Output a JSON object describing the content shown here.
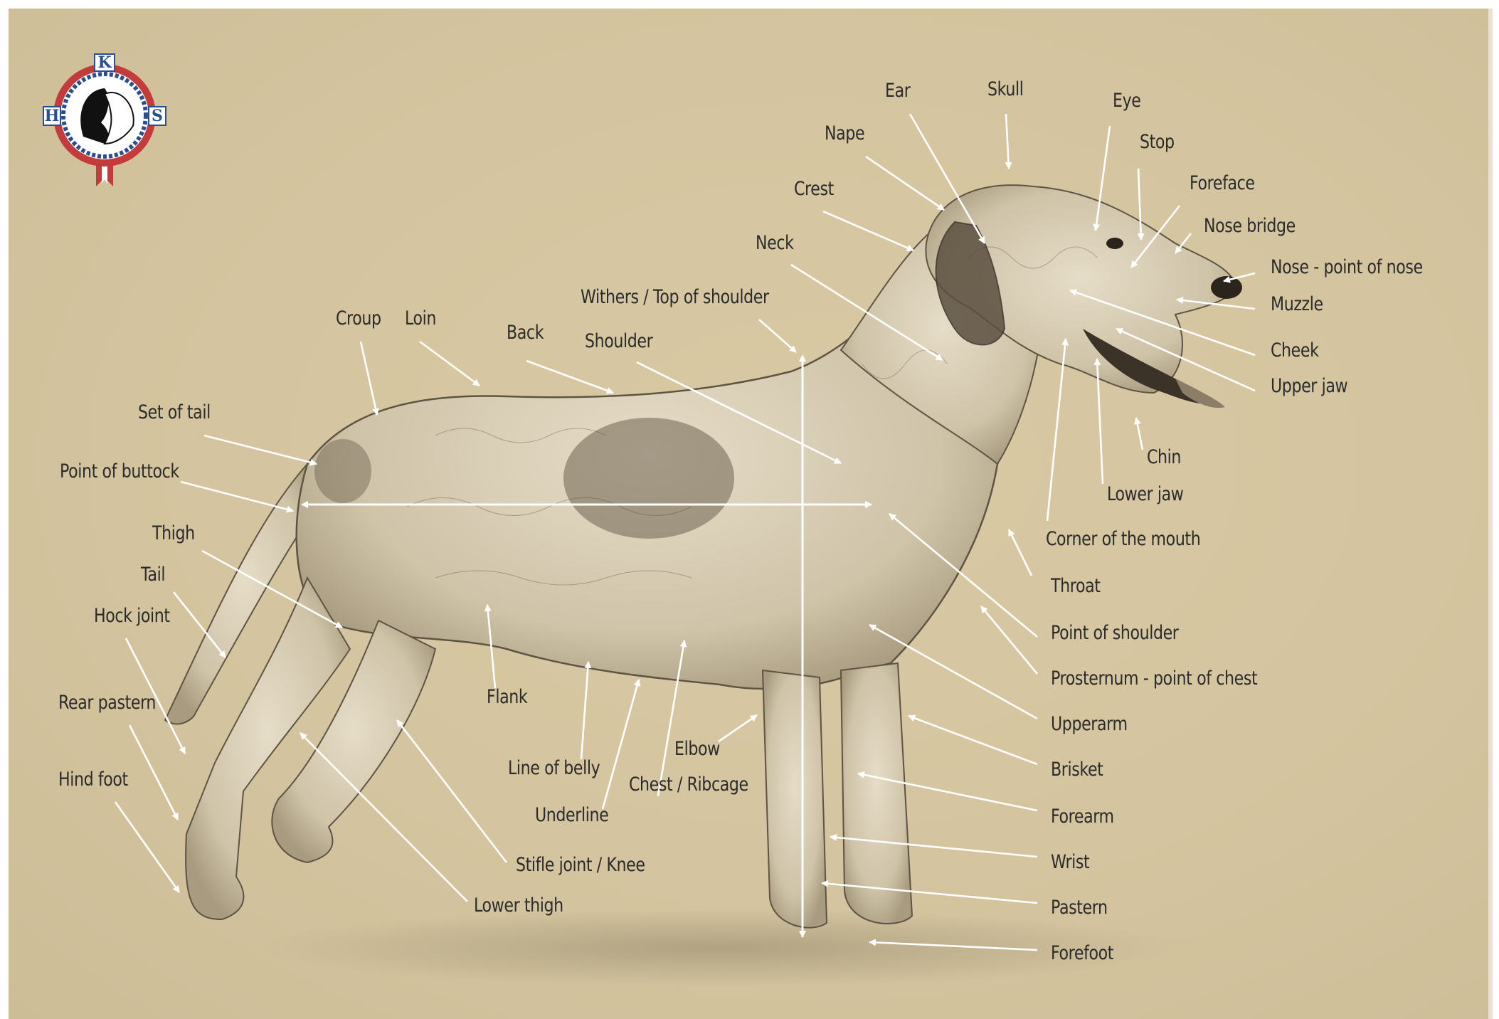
{
  "logo": {
    "letters": {
      "top": "K",
      "left": "H",
      "right": "S"
    }
  },
  "colors": {
    "background": "#d6c7a2",
    "arrow": "#ffffff",
    "text": "#2b2b2b"
  },
  "labels": {
    "ear": "Ear",
    "skull": "Skull",
    "eye": "Eye",
    "nape": "Nape",
    "stop": "Stop",
    "foreface": "Foreface",
    "crest": "Crest",
    "nose_bridge": "Nose bridge",
    "neck": "Neck",
    "nose_point": "Nose - point of nose",
    "muzzle": "Muzzle",
    "withers": "Withers / Top of shoulder",
    "croup": "Croup",
    "loin": "Loin",
    "back": "Back",
    "shoulder": "Shoulder",
    "cheek": "Cheek",
    "upper_jaw": "Upper jaw",
    "set_of_tail": "Set of tail",
    "chin": "Chin",
    "point_of_buttock": "Point of buttock",
    "lower_jaw": "Lower jaw",
    "thigh": "Thigh",
    "corner_mouth": "Corner of the mouth",
    "tail": "Tail",
    "throat": "Throat",
    "hock_joint": "Hock joint",
    "point_of_shoulder": "Point of shoulder",
    "prosternum": "Prosternum - point of chest",
    "flank": "Flank",
    "rear_pastern": "Rear pastern",
    "upperarm": "Upperarm",
    "elbow": "Elbow",
    "line_of_belly": "Line of belly",
    "brisket": "Brisket",
    "hind_foot": "Hind foot",
    "chest": "Chest / Ribcage",
    "forearm": "Forearm",
    "underline": "Underline",
    "wrist": "Wrist",
    "stifle": "Stifle joint / Knee",
    "pastern": "Pastern",
    "lower_thigh": "Lower thigh",
    "forefoot": "Forefoot"
  }
}
